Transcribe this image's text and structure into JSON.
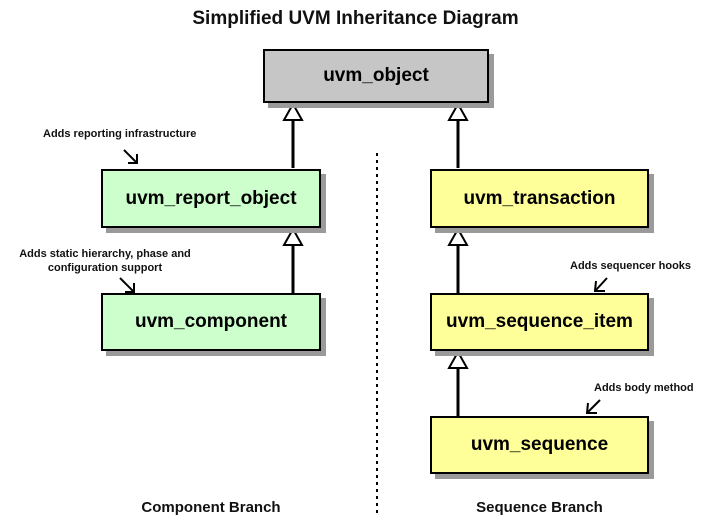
{
  "title": "Simplified UVM Inheritance Diagram",
  "classes": {
    "uvm_object": "uvm_object",
    "uvm_report_object": "uvm_report_object",
    "uvm_component": "uvm_component",
    "uvm_transaction": "uvm_transaction",
    "uvm_sequence_item": "uvm_sequence_item",
    "uvm_sequence": "uvm_sequence"
  },
  "notes": {
    "reporting": "Adds reporting infrastructure",
    "static_hierarchy_line1": "Adds static hierarchy, phase and",
    "static_hierarchy_line2": "configuration support",
    "sequencer_hooks": "Adds sequencer hooks",
    "body_method": "Adds body method"
  },
  "branches": {
    "component": "Component Branch",
    "sequence": "Sequence Branch"
  },
  "colors": {
    "base_fill": "#c6c6c6",
    "component_fill": "#ccffcc",
    "sequence_fill": "#ffff99",
    "shadow": "#9a9a9a"
  }
}
